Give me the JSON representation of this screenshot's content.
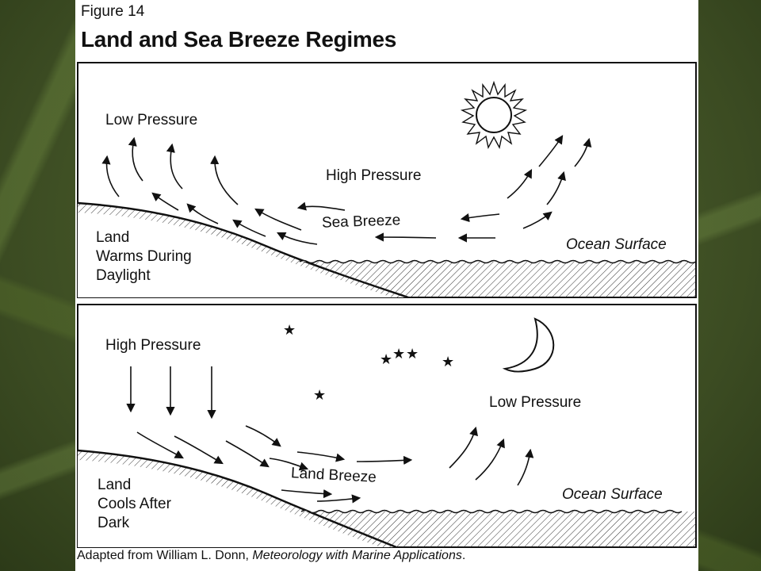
{
  "figure": {
    "label": "Figure 14",
    "title": "Land and Sea Breeze Regimes"
  },
  "day_panel": {
    "low_pressure": "Low Pressure",
    "high_pressure": "High Pressure",
    "breeze": "Sea Breeze",
    "land_line1": "Land",
    "land_line2": "Warms During",
    "land_line3": "Daylight",
    "ocean": "Ocean Surface"
  },
  "night_panel": {
    "high_pressure": "High Pressure",
    "low_pressure": "Low Pressure",
    "breeze": "Land Breeze",
    "land_line1": "Land",
    "land_line2": "Cools After",
    "land_line3": "Dark",
    "ocean": "Ocean Surface"
  },
  "credit": {
    "prefix": "Adapted from William L. Donn, ",
    "book": "Meteorology with Marine Applications",
    "suffix": "."
  },
  "colors": {
    "background": "#3d4e23",
    "ink": "#111111",
    "paper": "#ffffff"
  }
}
